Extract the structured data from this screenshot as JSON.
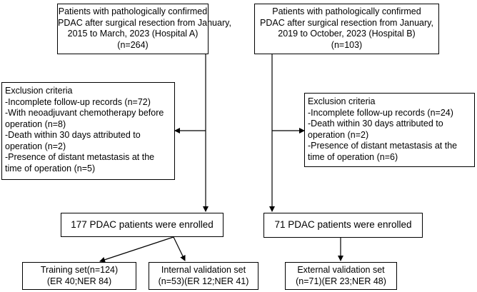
{
  "hospital_a": {
    "lines": [
      "Patients with pathologically confirmed",
      "PDAC after surgical resection from January,",
      "2015 to March, 2023 (Hospital A)",
      "(n=264)"
    ]
  },
  "hospital_b": {
    "lines": [
      "Patients with pathologically confirmed",
      "PDAC after surgical resection from January,",
      "2019 to October, 2023 (Hospital B)",
      "(n=103)"
    ]
  },
  "exclusion_a": {
    "lines": [
      "Exclusion criteria",
      "-Incomplete follow-up records (n=72)",
      "-With neoadjuvant chemotherapy before",
      "operation (n=8)",
      "-Death within  30 days attributed to",
      "operation  (n=2)",
      "-Presence of distant metastasis at the",
      "time of operation (n=5)"
    ]
  },
  "exclusion_b": {
    "lines": [
      "Exclusion criteria",
      "-Incomplete follow-up records (n=24)",
      "-Death within  30 days attributed to",
      "operation   (n=2)",
      "-Presence of distant metastasis at the",
      "time of operation (n=6)"
    ]
  },
  "enrolled_a": {
    "text": "177 PDAC patients were enrolled"
  },
  "enrolled_b": {
    "text": "71 PDAC patients were enrolled"
  },
  "training_set": {
    "lines": [
      "Training set(n=124)",
      "(ER 40;NER 84)"
    ]
  },
  "internal_validation": {
    "lines": [
      "Internal validation set",
      "(n=53)(ER 12;NER 41)"
    ]
  },
  "external_validation": {
    "lines": [
      "External validation set",
      "(n=71)(ER 23;NER 48)"
    ]
  }
}
